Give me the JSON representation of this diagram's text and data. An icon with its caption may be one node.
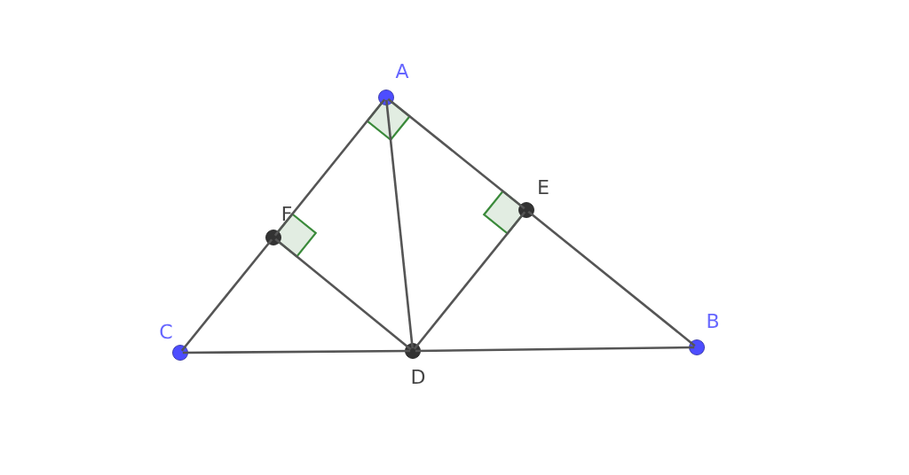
{
  "diagram": {
    "nodes": [
      {
        "text": [
          "A"
        ]
      },
      {
        "text": [
          "B"
        ]
      },
      {
        "text": [
          "C"
        ]
      },
      {
        "text": [
          "D"
        ]
      },
      {
        "text": [
          "E"
        ]
      },
      {
        "text": [
          "F"
        ]
      }
    ],
    "edges": [
      {
        "from": 0,
        "to": 5,
        "arrow": "none"
      },
      {
        "from": 5,
        "to": 2,
        "arrow": "none"
      },
      {
        "from": 0,
        "to": 4,
        "arrow": "none"
      },
      {
        "from": 4,
        "to": 1,
        "arrow": "none"
      },
      {
        "from": 2,
        "to": 3,
        "arrow": "none"
      },
      {
        "from": 3,
        "to": 1,
        "arrow": "none"
      },
      {
        "from": 0,
        "to": 3,
        "arrow": "none"
      },
      {
        "from": 5,
        "to": 3,
        "arrow": "none"
      },
      {
        "from": 4,
        "to": 3,
        "arrow": "none"
      }
    ]
  }
}
